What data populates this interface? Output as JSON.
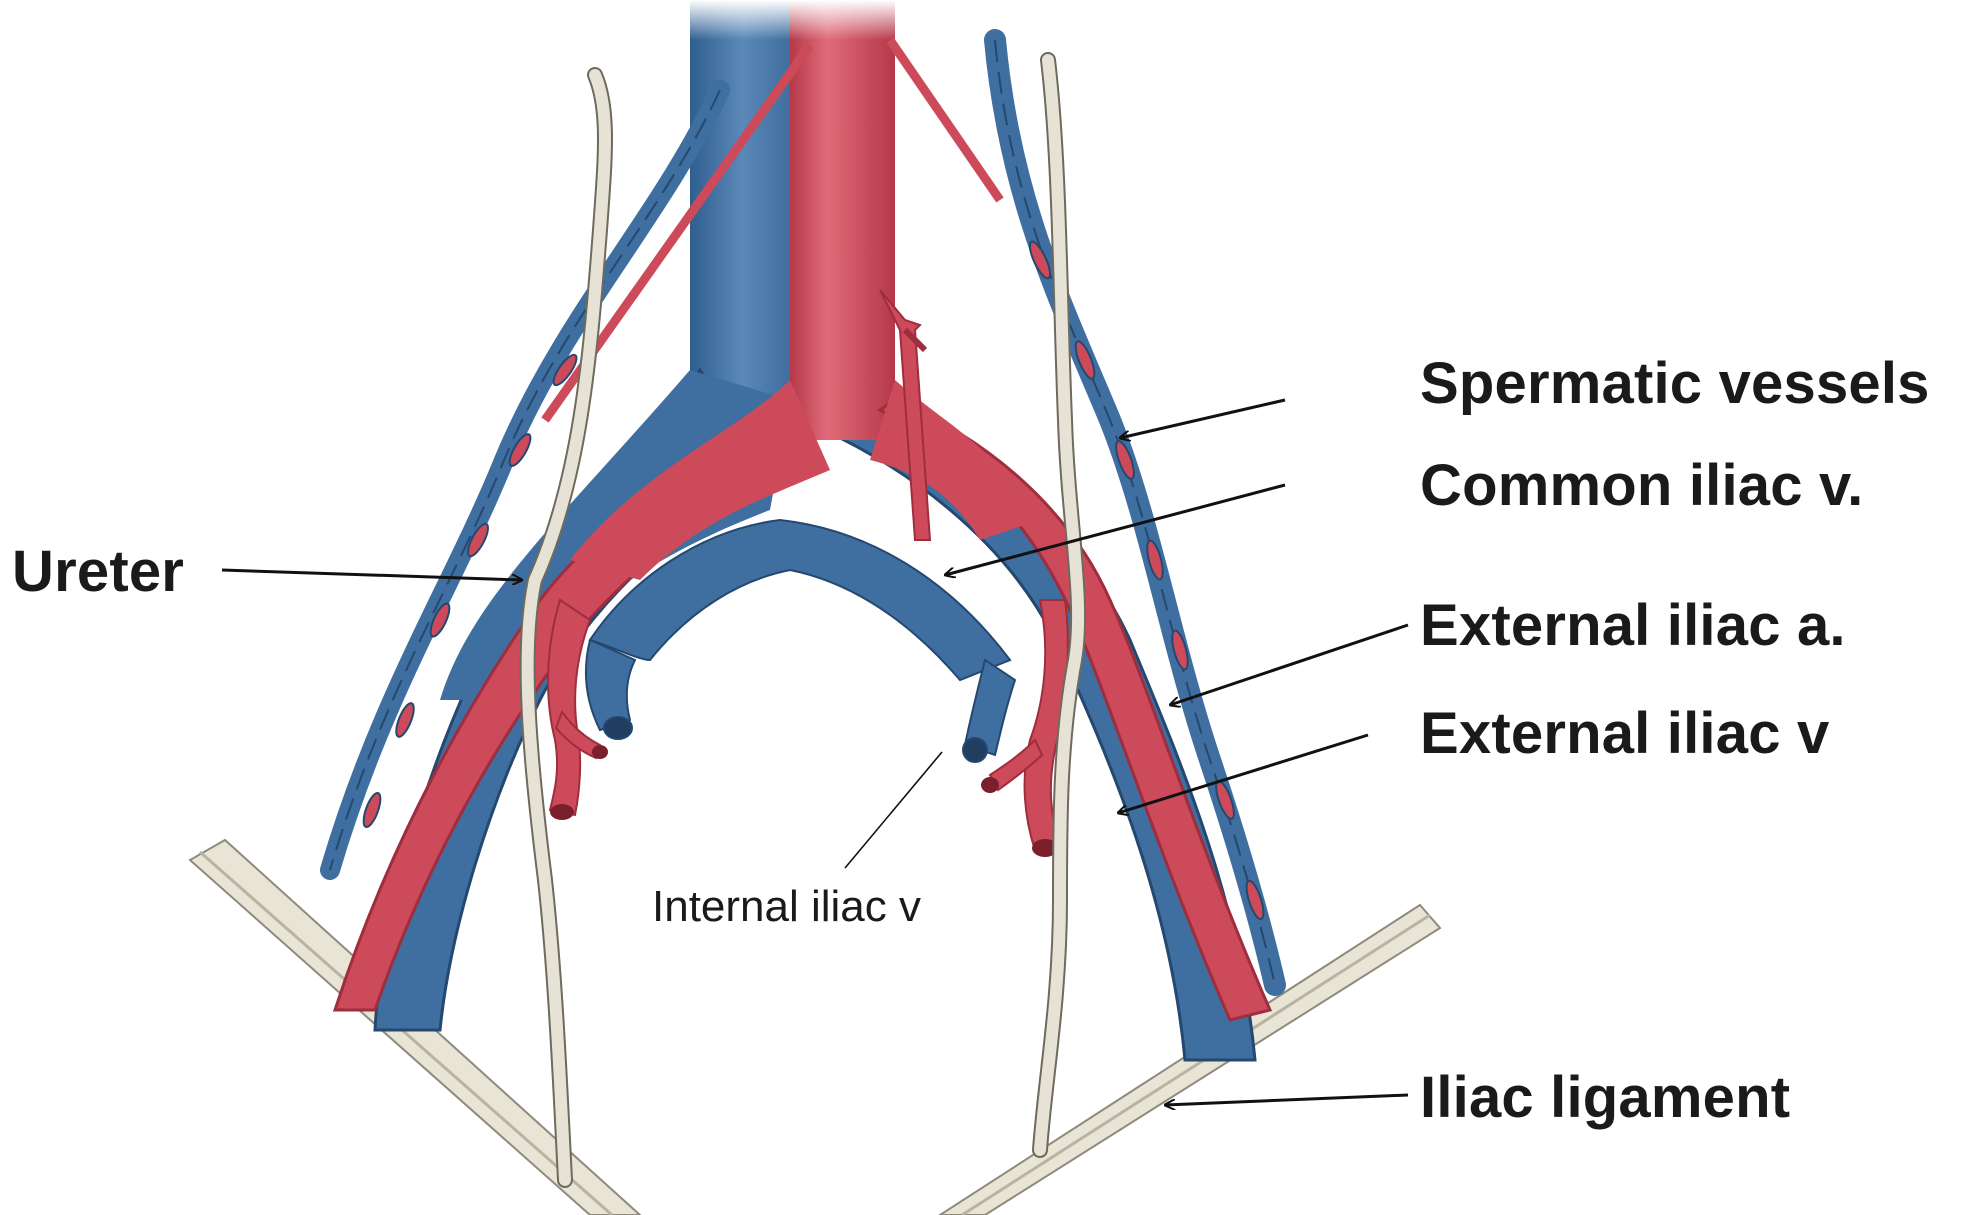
{
  "diagram": {
    "labels": {
      "spermatic_vessels": "Spermatic vessels",
      "common_iliac_v": "Common iliac v.",
      "ureter": "Ureter",
      "external_iliac_a": "External iliac a.",
      "external_iliac_v": "External iliac v",
      "internal_iliac_v": "Internal iliac v",
      "iliac_ligament": "Iliac ligament"
    },
    "colors": {
      "artery": "#cd4a5a",
      "artery_dark": "#9e2e3e",
      "vein": "#3f6fa0",
      "vein_dark": "#24486f",
      "ureter": "#e7e2d6",
      "ligament": "#e8e4d6",
      "leader": "#111111"
    }
  }
}
